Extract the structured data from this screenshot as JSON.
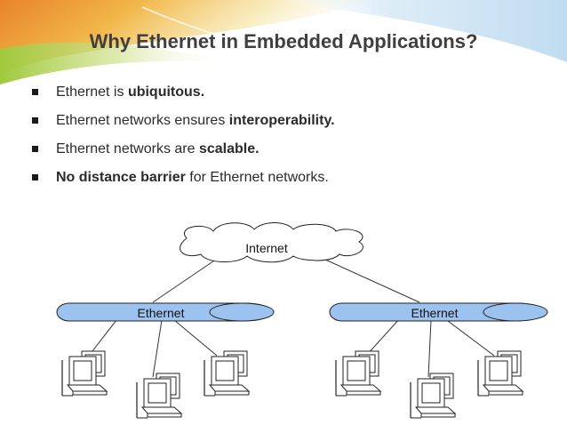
{
  "slide": {
    "title": "Why Ethernet in Embedded Applications?",
    "bullets": [
      {
        "pre": "Ethernet is ",
        "bold": "ubiquitous.",
        "post": ""
      },
      {
        "pre": "Ethernet networks ensures ",
        "bold": "interoperability.",
        "post": ""
      },
      {
        "pre": "Ethernet networks are ",
        "bold": "scalable.",
        "post": ""
      },
      {
        "pre": "",
        "bold": "No distance barrier",
        "post": " for Ethernet networks."
      }
    ]
  },
  "diagram": {
    "cloud_label": "Internet",
    "networks": [
      {
        "label": "Ethernet"
      },
      {
        "label": "Ethernet"
      }
    ],
    "colors": {
      "bus_fill": "#9cc3f0",
      "line": "#333333",
      "monitor_fill": "#ffffff"
    }
  }
}
